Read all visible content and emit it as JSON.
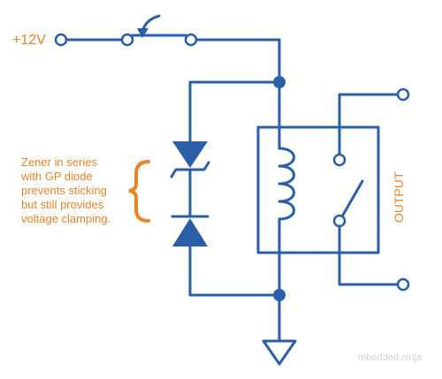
{
  "supply_label": "+12V",
  "annotation": {
    "lines": [
      "Zener in series",
      "with GP diode",
      "prevents sticking",
      "but still provides",
      "voltage clamping."
    ]
  },
  "output_label": "OUTPUT",
  "watermark": "mbedded.ninja",
  "colors": {
    "wire": "#2a5fa8",
    "annotation": "#e8842a",
    "watermark": "#cfd3d8",
    "background": "#ffffff"
  },
  "components": [
    "switch",
    "relay-coil",
    "relay-contacts",
    "zener-diode",
    "gp-diode",
    "ground",
    "junction-dots",
    "terminals"
  ]
}
